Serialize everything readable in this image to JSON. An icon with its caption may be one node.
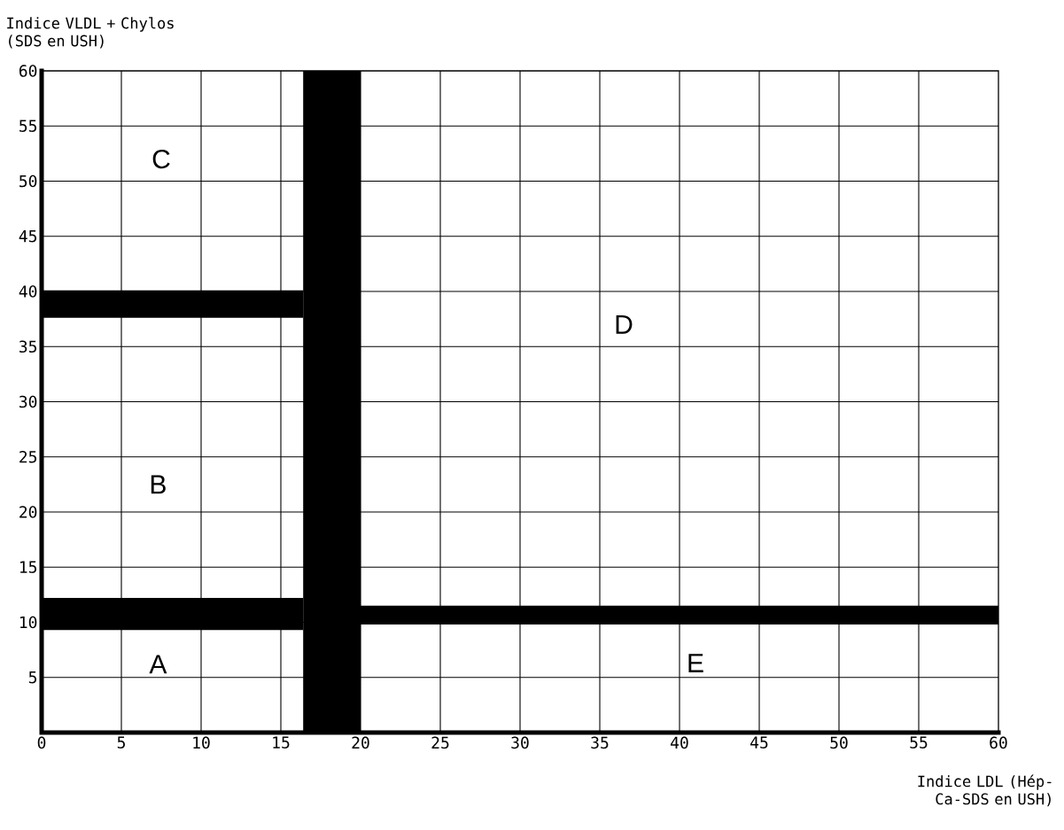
{
  "diagram": {
    "labels": [
      "C",
      "D",
      "B",
      "A",
      "E"
    ],
    "chart_data": {
      "type": "scatter",
      "xlabel": "Indice LDL (Hép-Ca-SDS en USH)",
      "ylabel": "Indice VLDL + Chylos (SDS en USH)",
      "xlim": [
        0,
        60
      ],
      "ylim": [
        0,
        60
      ],
      "xticks": [
        0,
        5,
        10,
        15,
        20,
        25,
        30,
        35,
        40,
        45,
        50,
        55,
        60
      ],
      "yticks": [
        5,
        10,
        15,
        20,
        25,
        30,
        35,
        40,
        45,
        50,
        55,
        60
      ],
      "grid": true,
      "bands": [
        {
          "axis": "x",
          "from": 16.4,
          "to": 20,
          "color": "#000000"
        },
        {
          "axis": "y",
          "from": 37.6,
          "to": 40.1,
          "color": "#000000"
        },
        {
          "axis": "y",
          "from": 9.3,
          "to": 12.2,
          "color": "#000000"
        },
        {
          "axis": "y",
          "from": 9.8,
          "to": 11.5,
          "color": "#000000"
        }
      ]
    }
  }
}
